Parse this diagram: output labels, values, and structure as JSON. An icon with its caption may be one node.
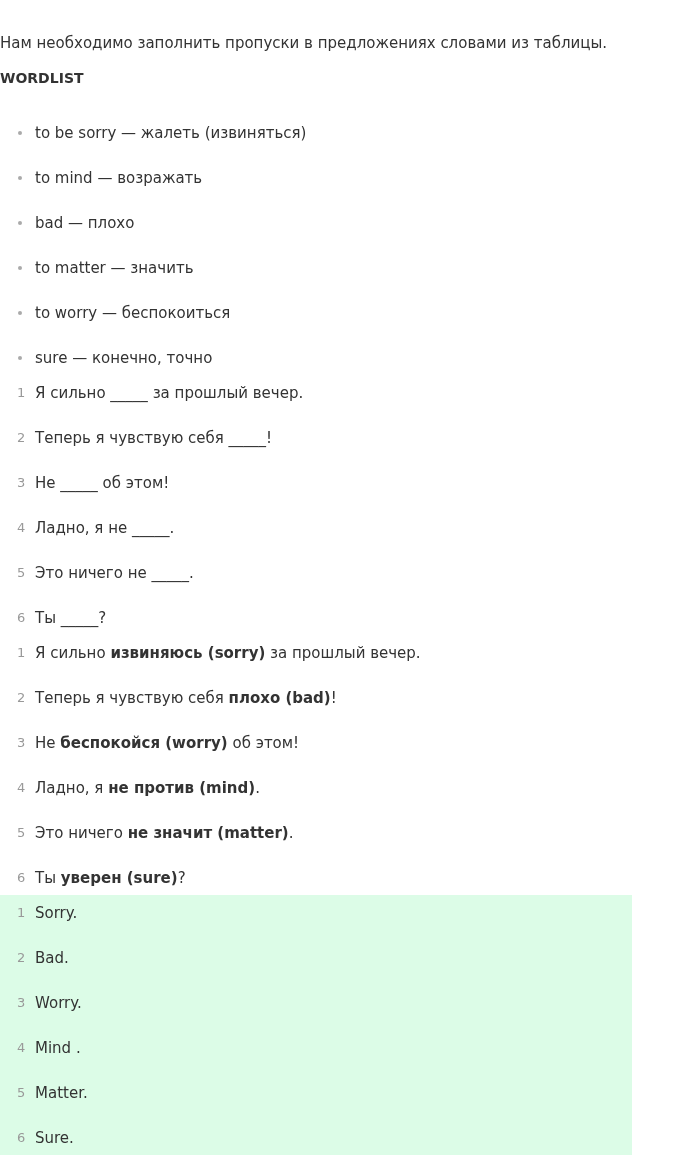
{
  "diagram": {
    "labels": [
      "Нам необходимо заполнить пропуски в предложениях словами из таблицы.",
      "WORDLIST",
      "to be sorry — жалеть (извиняться)",
      "to mind — возражать",
      "bad — плохо",
      "to matter — значить",
      "to worry — беспокоиться",
      "sure — конечно, точно",
      "1",
      "Я сильно _____ за прошлый вечер.",
      "2",
      "Теперь я чувствую себя _____!",
      "3",
      "Не _____ об этом!",
      "4",
      "Ладно, я не _____.",
      "5",
      "Это ничего не _____.",
      "6",
      "Ты _____?",
      "1",
      "Я сильно **извиняюсь (sorry)** за прошлый вечер.",
      "2",
      "Теперь я чувствую себя **плохо (bad)**!",
      "3",
      "Не **беспокойся (worry)** об этом!",
      "4",
      "Ладно, я **не против (mind)**.",
      "5",
      "Это ничего **не значит (matter)**.",
      "6",
      "Ты **уверен (sure)**?",
      "1",
      "Sorry.",
      "2",
      "Bad.",
      "3",
      "Worry.",
      "4",
      "Mind .",
      "5",
      "Matter.",
      "6",
      "Sure."
    ]
  }
}
